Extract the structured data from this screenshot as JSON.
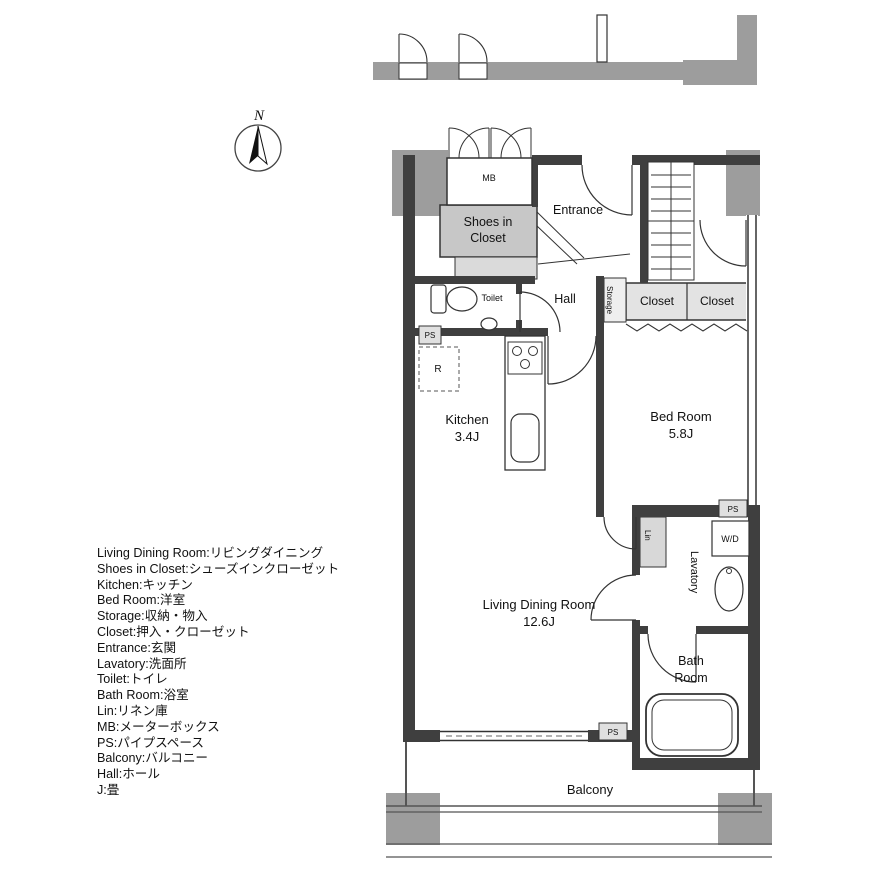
{
  "compass": {
    "label": "N"
  },
  "plan": {
    "mb": "MB",
    "shoes_line1": "Shoes in",
    "shoes_line2": "Closet",
    "entrance": "Entrance",
    "toilet": "Toilet",
    "hall": "Hall",
    "storage": "Storage",
    "closet_left": "Closet",
    "closet_right": "Closet",
    "kitchen_name": "Kitchen",
    "kitchen_size": "3.4J",
    "bedroom_name": "Bed Room",
    "bedroom_size": "5.8J",
    "ld_name": "Living Dining Room",
    "ld_size": "12.6J",
    "lavatory": "Lavatory",
    "lin": "Lin",
    "wd": "W/D",
    "bath_line1": "Bath",
    "bath_line2": "Room",
    "balcony": "Balcony",
    "ps": "PS",
    "fridge": "R"
  },
  "legend": {
    "items": [
      "Living Dining Room:リビングダイニング",
      "Shoes in Closet:シューズインクローゼット",
      "Kitchen:キッチン",
      "Bed Room:洋室",
      "Storage:収納・物入",
      "Closet:押入・クローゼット",
      "Entrance:玄関",
      "Lavatory:洗面所",
      "Toilet:トイレ",
      "Bath Room:浴室",
      "Lin:リネン庫",
      "MB:メーターボックス",
      "PS:パイプスペース",
      "Balcony:バルコニー",
      "Hall:ホール",
      "J:畳"
    ]
  },
  "colors": {
    "wall": "#3f3f3f",
    "column": "#9d9d9d",
    "shaded": "#c7c7c7",
    "shaded_light": "#dadada",
    "closet_fill": "#e3e3e3",
    "line": "#333333"
  }
}
